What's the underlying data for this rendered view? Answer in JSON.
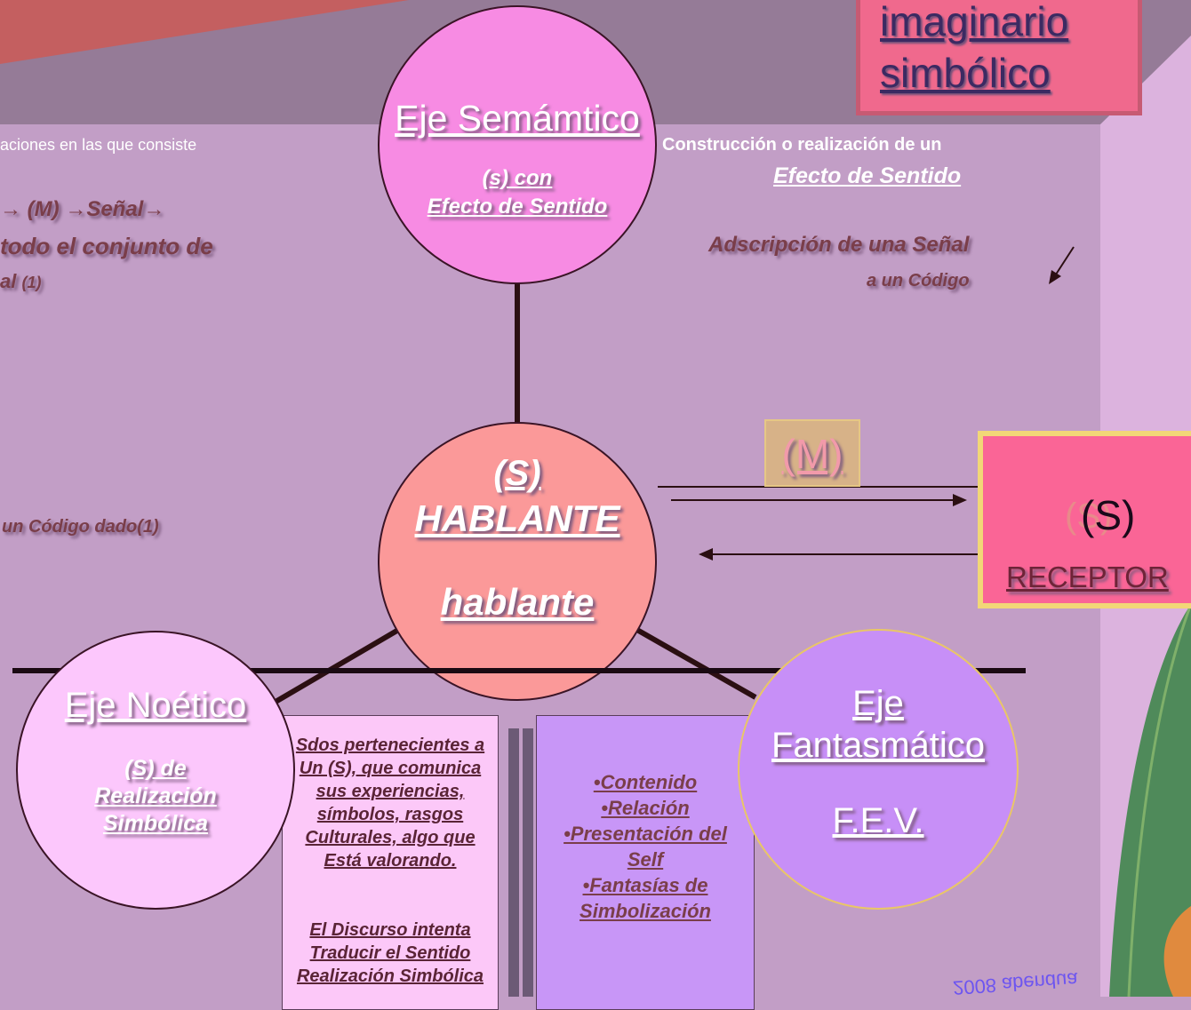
{
  "title_box": {
    "line1": "imaginario",
    "line2": "simbólico"
  },
  "left_text": {
    "line1": "aciones en las que consiste",
    "line2": "→ (M)  →Señal→",
    "line3": "todo el conjunto de",
    "line4": "al",
    "line4b": "(1)",
    "line5": "un Código dado(1)"
  },
  "right_text": {
    "line1": "Construcción  o realización de un",
    "line2": "Efecto de  Sentido",
    "line3": "Adscripción de una Señal",
    "line4": "a  un Código"
  },
  "semantico": {
    "title": "Eje Semámtico",
    "sub1": "(s) con",
    "sub2": "Efecto de Sentido"
  },
  "hablante": {
    "line1": "(S)",
    "line2": "HABLANTE",
    "line3": "hablante"
  },
  "noetico": {
    "title": "Eje Noético",
    "sub1": "(S) de",
    "sub2": "Realización",
    "sub3": "Simbólica"
  },
  "fantasmatico": {
    "line1": "Eje",
    "line2": "Fantasmático",
    "line3": "F.E.V."
  },
  "message": {
    "label": "(M)"
  },
  "receptor": {
    "s_ghost": "(S)",
    "s": "(S)",
    "label": "RECEPTOR"
  },
  "col1": {
    "p1": [
      "Sdos pertenecientes a",
      "Un (S), que comunica",
      "sus experiencias,",
      "símbolos, rasgos",
      "Culturales, algo que",
      "Está valorando."
    ],
    "p2": [
      "El Discurso intenta",
      "Traducir el Sentido",
      "Realización Simbólica"
    ]
  },
  "col2": {
    "items": [
      "•Contenido",
      "•Relación",
      "•Presentación del",
      "Self",
      "•Fantasías de",
      "Simbolización"
    ]
  },
  "footer_mark": "2008 abendua",
  "colors": {
    "background": "#c29ec6",
    "banner": "#957b97",
    "pink": "#f0698d",
    "violet": "#c78ff7"
  }
}
